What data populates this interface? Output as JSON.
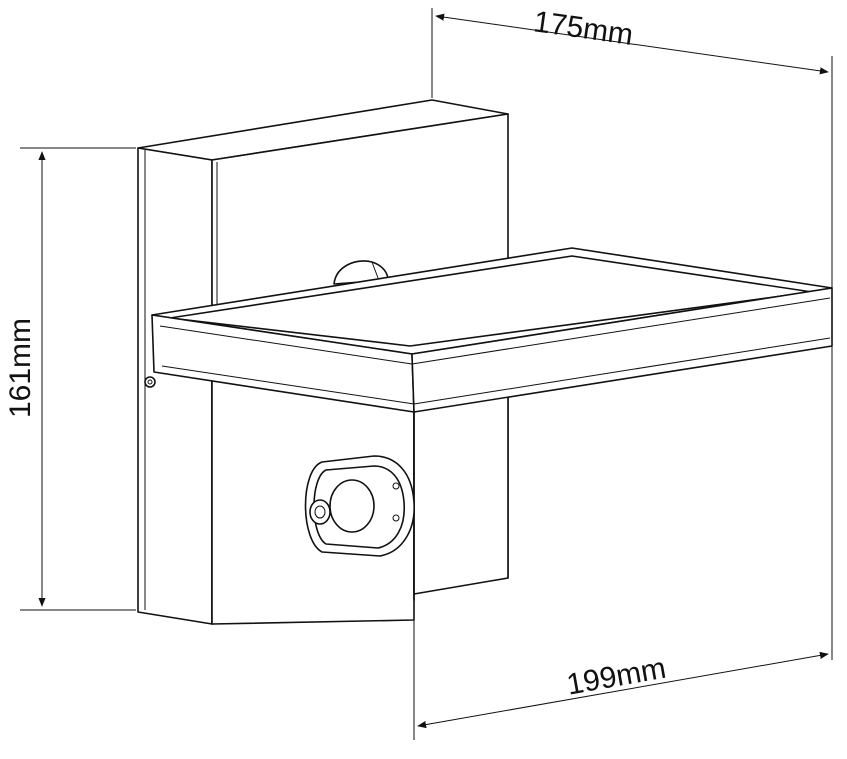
{
  "dimensions": {
    "width_label": "175mm",
    "height_label": "161mm",
    "depth_label": "199mm"
  },
  "colors": {
    "line": "#111111",
    "background": "#ffffff"
  }
}
